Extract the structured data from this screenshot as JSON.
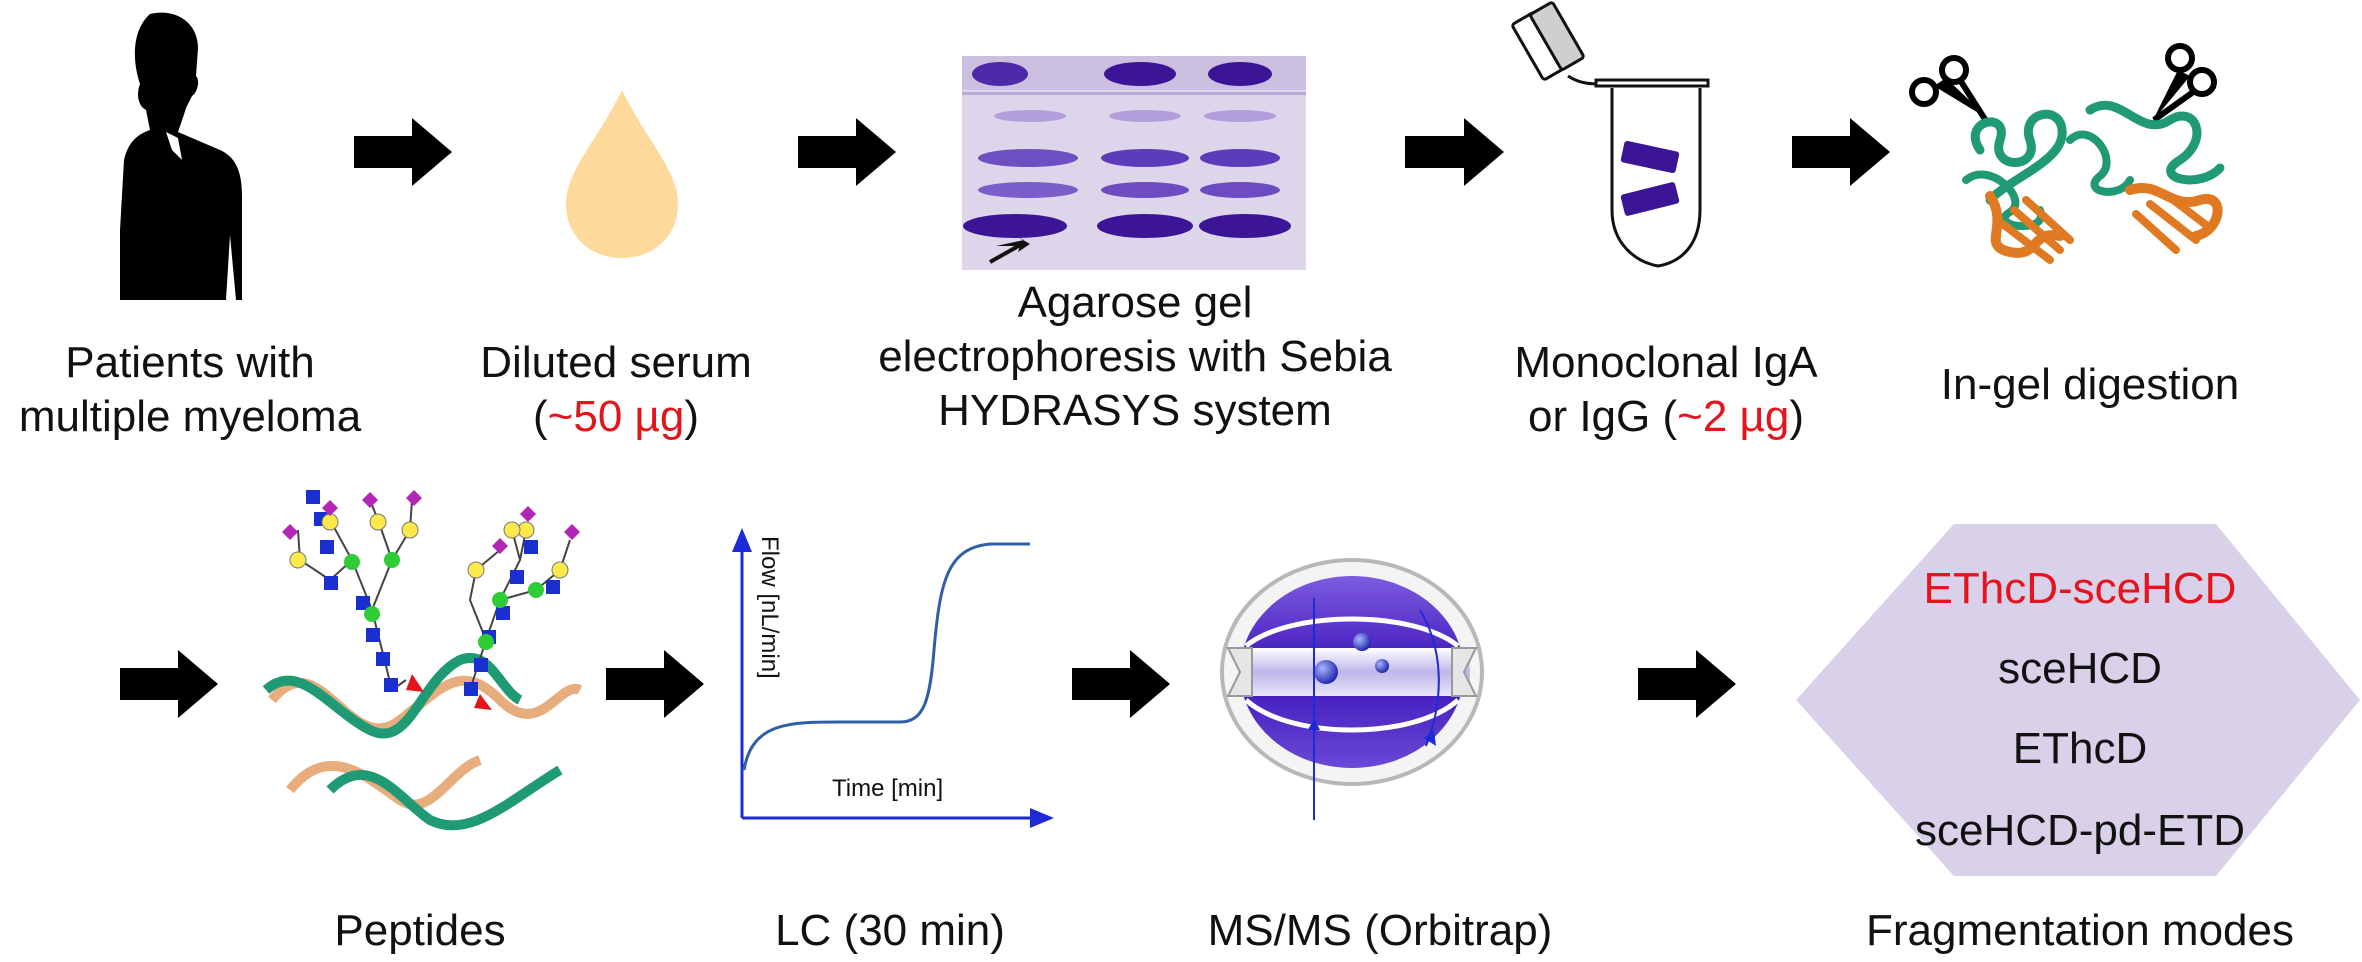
{
  "steps": {
    "patients": {
      "line1": "Patients with",
      "line2": "multiple myeloma"
    },
    "serum": {
      "line1": "Diluted serum",
      "open": "(",
      "amount": "~50 µg",
      "close": ")"
    },
    "gel": {
      "line1": "Agarose gel",
      "line2": "electrophoresis with Sebia",
      "line3": "HYDRASYS system"
    },
    "mono": {
      "line1": "Monoclonal IgA",
      "line2_prefix": "or IgG  (",
      "amount": "~2 µg",
      "close": ")"
    },
    "digest": {
      "label": "In-gel digestion"
    },
    "peptides": {
      "label": "Peptides"
    },
    "lc": {
      "label": "LC (30 min)"
    },
    "ms": {
      "label": "MS/MS (Orbitrap)"
    },
    "frag": {
      "label": "Fragmentation modes"
    }
  },
  "lc_plot": {
    "y_label": "Flow [nL/min]",
    "x_label": "Time [min]"
  },
  "fragmentation_modes": [
    {
      "name": "EThcD-sceHCD",
      "highlight": true
    },
    {
      "name": "sceHCD",
      "highlight": false
    },
    {
      "name": "EThcD",
      "highlight": false
    },
    {
      "name": "sceHCD-pd-ETD",
      "highlight": false
    }
  ],
  "colors": {
    "highlight": "#e3141c",
    "arrow": "#000000",
    "serum_drop": "#fdd99b",
    "gel_band": "#3b1596",
    "hexagon": "#d9d0ea",
    "lc_axis": "#1e2ad6",
    "lc_curve": "#2f5fa8",
    "heavy_chain": "#1f9a74",
    "light_chain": "#e07a22"
  },
  "icons": [
    "person-silhouette",
    "droplet",
    "gel-image",
    "tube-with-tweezers",
    "scissors",
    "antibody-structure",
    "glycopeptide",
    "orbitrap"
  ]
}
